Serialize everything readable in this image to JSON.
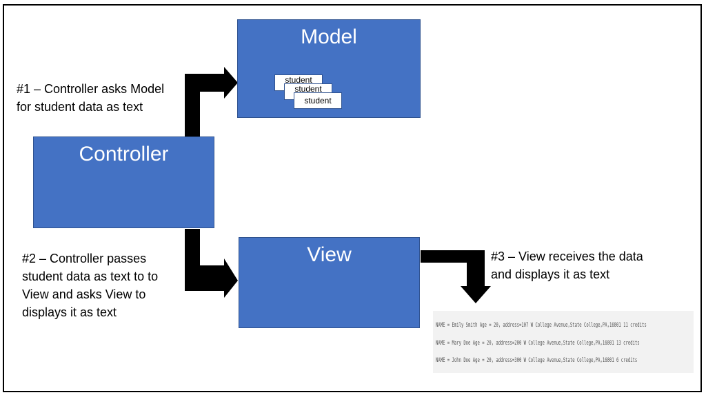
{
  "model": {
    "title": "Model",
    "records": [
      "student",
      "student",
      "student"
    ]
  },
  "controller": {
    "title": "Controller"
  },
  "view": {
    "title": "View"
  },
  "steps": {
    "step1": [
      "#1 – Controller asks Model",
      "for student data as text"
    ],
    "step2": [
      "#2 – Controller passes",
      "student data as text to to",
      "View and asks View to",
      "displays it as text"
    ],
    "step3": [
      "#3 – View receives the data",
      "and displays it as text"
    ]
  },
  "output": {
    "lines": [
      "NAME = Emily Smith Age = 20, address=107 W College Avenue,State College,PA,16801 11 credits",
      "NAME = Mary Doe Age = 20, address=200 W College Avenue,State College,PA,16801 13 credits",
      "NAME = John Doe Age = 20, address=300 W College Avenue,State College,PA,16801 6 credits"
    ]
  },
  "colors": {
    "box_fill": "#4472c4",
    "box_border": "#2f528f",
    "arrow": "#000000"
  }
}
